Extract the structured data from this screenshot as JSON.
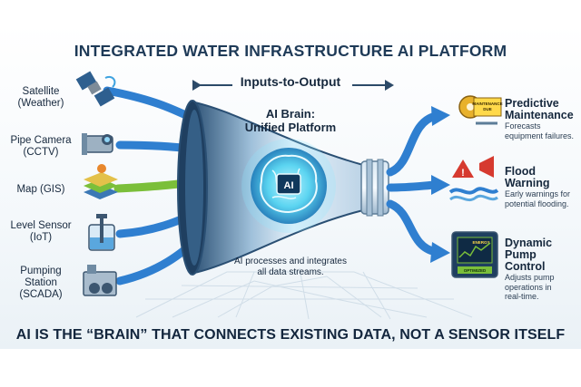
{
  "title": "INTEGRATED WATER INFRASTRUCTURE AI PLATFORM",
  "inputs_to_output": "Inputs-to-Output",
  "brain": {
    "line1": "AI Brain:",
    "line2": "Unified Platform",
    "chip": "AI"
  },
  "caption": {
    "line1": "AI processes and integrates",
    "line2": "all data streams."
  },
  "inputs": [
    {
      "line1": "Satellite",
      "line2": "(Weather)",
      "icon": "satellite-icon"
    },
    {
      "line1": "Pipe Camera",
      "line2": "(CCTV)",
      "icon": "pipe-camera-icon"
    },
    {
      "line1": "Map (GIS)",
      "line2": "",
      "icon": "map-layers-icon"
    },
    {
      "line1": "Level Sensor",
      "line2": "(IoT)",
      "icon": "level-sensor-icon"
    },
    {
      "line1": "Pumping",
      "line2": "Station",
      "line3": "(SCADA)",
      "icon": "pumping-station-icon"
    }
  ],
  "outputs": [
    {
      "title1": "Predictive",
      "title2": "Maintenance",
      "desc1": "Forecasts",
      "desc2": "equipment failures.",
      "desc3": "",
      "icon": "maintenance-icon",
      "badge": "MAINTENANCE DUE"
    },
    {
      "title1": "Flood",
      "title2": "Warning",
      "desc1": "Early warnings for",
      "desc2": "potential flooding.",
      "desc3": "",
      "icon": "flood-warning-icon"
    },
    {
      "title1": "Dynamic",
      "title2": "Pump Control",
      "desc1": "Adjusts pump",
      "desc2": "operations in",
      "desc3": "real-time.",
      "icon": "pump-control-icon",
      "screen_top": "ENERGY",
      "screen_bottom": "OPTIMIZED"
    }
  ],
  "footer": "AI IS THE “BRAIN” THAT CONNECTS EXISTING DATA, NOT A SENSOR ITSELF",
  "colors": {
    "navy": "#1e3a57",
    "blue": "#2f7fd0",
    "glow": "#4fd2f0",
    "green": "#7bbf3a",
    "orange": "#e8872c",
    "red": "#d63a2f"
  }
}
